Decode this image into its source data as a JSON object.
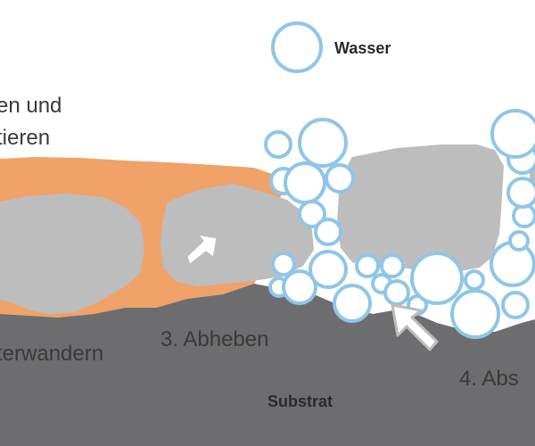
{
  "labels": {
    "legend_water": "Wasser",
    "step_top_left_line1": "en und",
    "step_top_left_line2": "tieren",
    "step_bottom_left": "terwandern",
    "step_3": "3. Abheben",
    "step_4": "4. Abs",
    "substrate": "Substrat"
  },
  "colors": {
    "substrate": "#6d6d6f",
    "soil_layer": "#f0a269",
    "particle": "#bdbdbd",
    "water_fill": "#ffffff",
    "water_stroke": "#8ec6e8",
    "arrow": "#ffffff",
    "text": "#3a3a3a"
  },
  "icons": {
    "arrow_lift": "arrow-up-right-icon",
    "arrow_wash": "arrow-up-left-icon",
    "water_legend": "water-bubble-icon"
  }
}
